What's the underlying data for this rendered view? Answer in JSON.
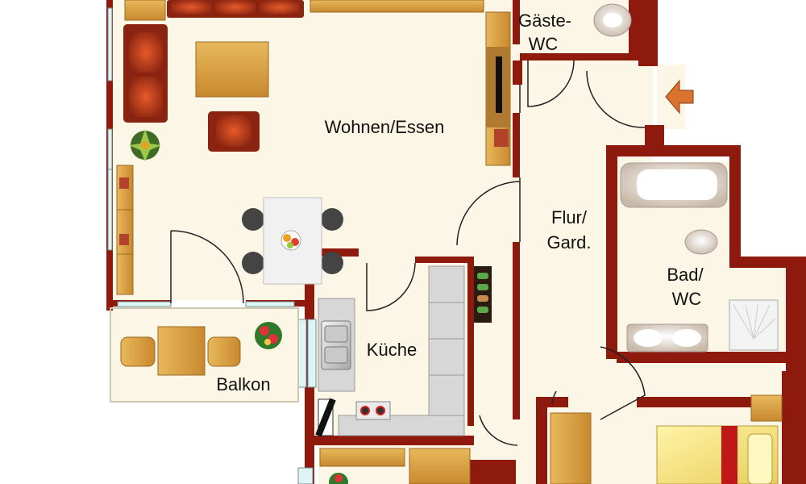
{
  "rooms": {
    "wohnen_essen": "Wohnen/Essen",
    "gaeste_wc_line1": "Gäste-",
    "gaeste_wc_line2": "WC",
    "flur_line1": "Flur/",
    "flur_line2": "Gard.",
    "bad_line1": "Bad/",
    "bad_line2": "WC",
    "kueche": "Küche",
    "balkon": "Balkon"
  },
  "icons": [
    "entrance-arrow-icon",
    "plant-icon",
    "fruit-bowl-icon",
    "flower-icon",
    "sink-icon",
    "stove-icon"
  ],
  "colors": {
    "wall": "#8e1a0e",
    "floor": "#fbf6e6",
    "sofa": "#a8361c",
    "wood": "#d9a24a",
    "counter": "#cfcfcf",
    "entrance_arrow": "#d9732e"
  }
}
